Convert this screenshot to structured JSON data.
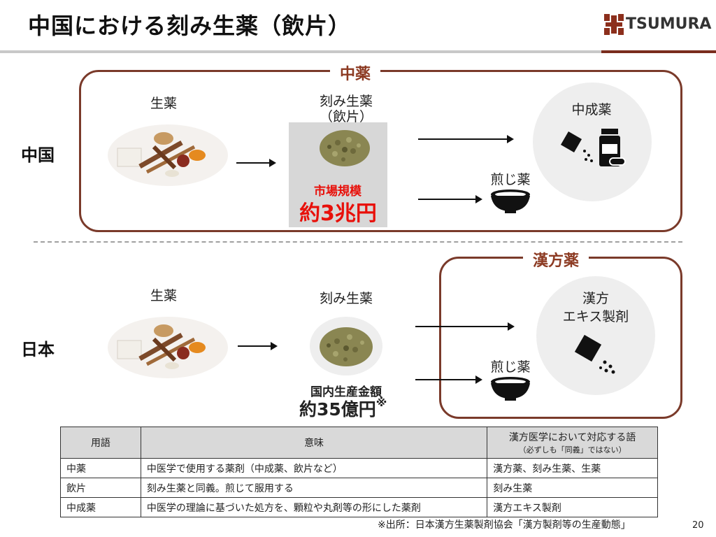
{
  "title": "中国における刻み生薬（飲片）",
  "logo": {
    "text": "TSUMURA"
  },
  "china": {
    "frame_label": "中薬",
    "region": "中国",
    "herb_label": "生薬",
    "cut_label_line1": "刻み生薬",
    "cut_label_line2": "（飲片）",
    "market_label": "市場規模",
    "market_value": "約3兆円",
    "product_label": "中成薬",
    "decoction_label": "煎じ薬"
  },
  "japan": {
    "frame_label": "漢方薬",
    "region": "日本",
    "herb_label": "生薬",
    "cut_label": "刻み生薬",
    "production_label": "国内生産金額",
    "production_value": "約35億円",
    "production_note": "※",
    "product_label_line1": "漢方",
    "product_label_line2": "エキス製剤",
    "decoction_label": "煎じ薬"
  },
  "table": {
    "headers": {
      "term": "用語",
      "meaning": "意味",
      "kampo_line1": "漢方医学において対応する語",
      "kampo_line2": "（必ずしも「同義」ではない）"
    },
    "rows": [
      {
        "term": "中薬",
        "meaning": "中医学で使用する薬剤（中成薬、飲片など）",
        "kampo": "漢方薬、刻み生薬、生薬"
      },
      {
        "term": "飲片",
        "meaning": "刻み生薬と同義。煎じて服用する",
        "kampo": "刻み生薬"
      },
      {
        "term": "中成薬",
        "meaning": "中医学の理論に基づいた処方を、顆粒や丸剤等の形にした薬剤",
        "kampo": "漢方エキス製剤"
      }
    ]
  },
  "source": "※出所：日本漢方生薬製剤協会「漢方製剤等の生産動態」",
  "page_number": "20",
  "colors": {
    "frame": "#7a3a2a",
    "frame_label": "#8c3a22",
    "market": "#e8100a",
    "logo": "#8c2f1c"
  }
}
